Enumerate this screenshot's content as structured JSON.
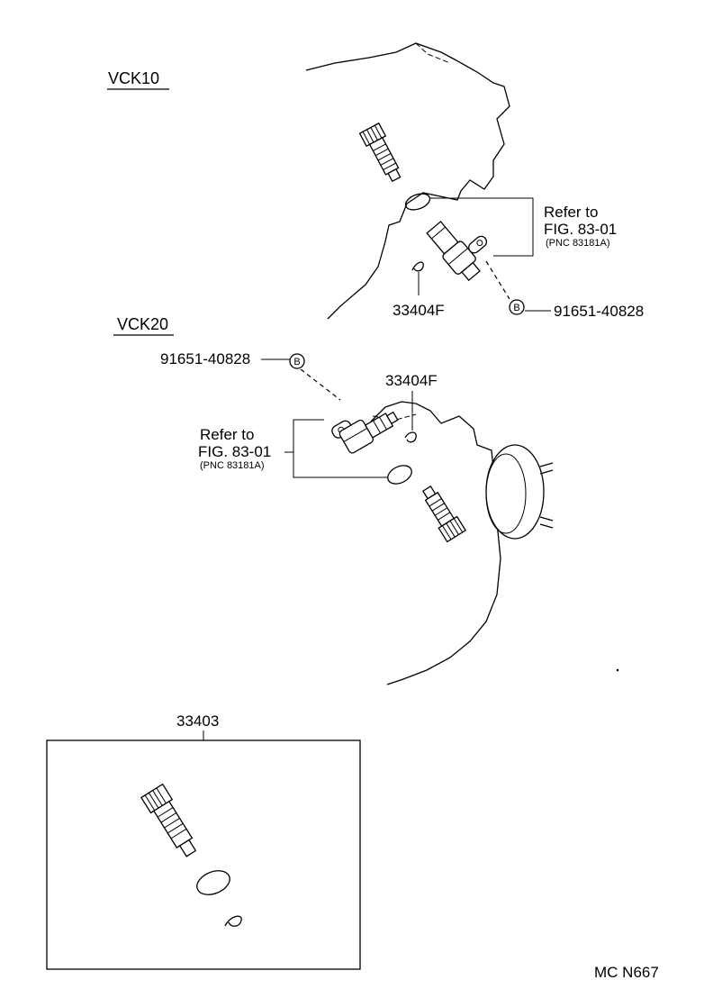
{
  "sections": {
    "vck10": "VCK10",
    "vck20": "VCK20"
  },
  "labels": {
    "refer_to": "Refer to",
    "fig": "FIG. 83-01",
    "pnc": "(PNC 83181A)",
    "part_33404f": "33404F",
    "part_91651": "91651-40828",
    "part_33403": "33403",
    "bolt_marker": "B",
    "figure_code": "MC N667"
  }
}
